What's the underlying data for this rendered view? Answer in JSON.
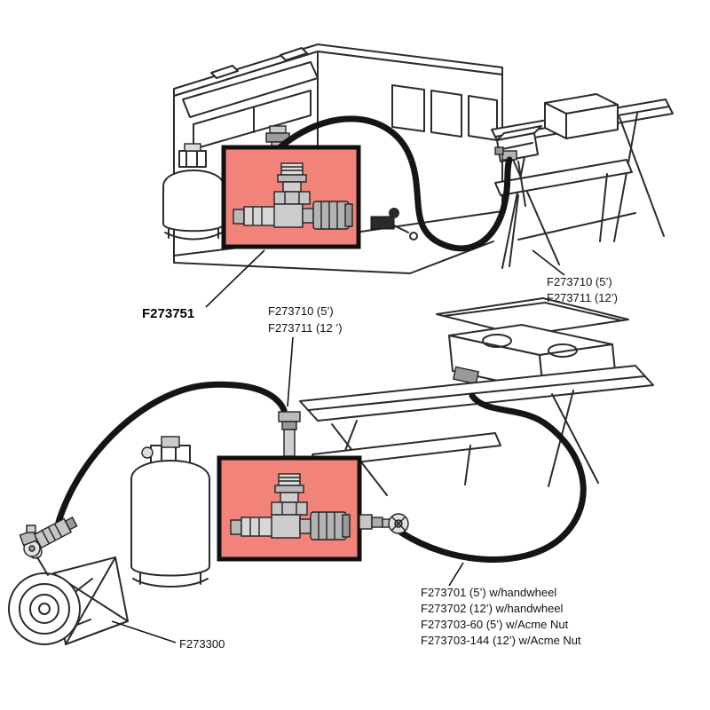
{
  "colors": {
    "highlight": "#f2837a",
    "line": "#2b2b2b"
  },
  "labels": {
    "tee_adapter": "F273751",
    "rv_hose_line1": "F273710 (5’)",
    "rv_hose_line2": "F273711 (12’)",
    "mid_hose_line1": "F273710 (5’)",
    "mid_hose_line2": "F273711 (12 ’)",
    "heater": "F273300",
    "stove_hose_line1": "F273701 (5’) w/handwheel",
    "stove_hose_line2": "F273702 (12’) w/handwheel",
    "stove_hose_line3": "F273703-60 (5’) w/Acme Nut",
    "stove_hose_line4": "F273703-144 (12’) w/Acme Nut"
  }
}
